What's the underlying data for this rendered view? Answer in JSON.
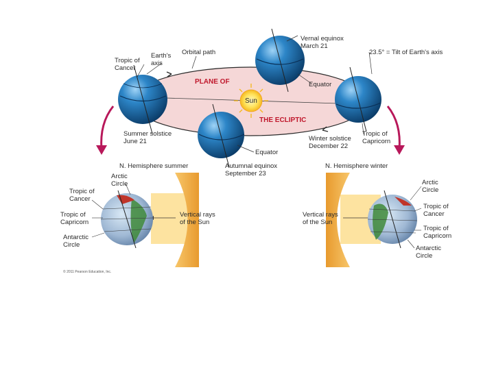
{
  "top": {
    "tropic_of_cancer": "Tropic of\nCancer",
    "earths_axis": "Earth's\naxis",
    "orbital_path": "Orbital path",
    "vernal_equinox": "Vernal equinox\nMarch 21",
    "tilt": "23.5° = Tilt of Earth's axis",
    "plane_of": "PLANE OF",
    "the_ecliptic": "THE ECLIPTIC",
    "sun": "Sun",
    "equator_right": "Equator",
    "equator_bottom": "Equator",
    "summer_solstice": "Summer solstice\nJune 21",
    "winter_solstice": "Winter solstice\nDecember 22",
    "tropic_of_capricorn": "Tropic of\nCapricorn",
    "autumnal_equinox": "Autumnal equinox\nSeptember 23"
  },
  "left_panel": {
    "title": "N. Hemisphere summer",
    "arctic": "Arctic\nCircle",
    "cancer": "Tropic of\nCancer",
    "capricorn": "Tropic of\nCapricorn",
    "antarctic": "Antarctic\nCircle",
    "rays": "Vertical rays\nof the Sun"
  },
  "right_panel": {
    "title": "N. Hemisphere winter",
    "arctic": "Arctic\nCircle",
    "cancer": "Tropic of\nCancer",
    "capricorn": "Tropic of\nCapricorn",
    "antarctic": "Antarctic\nCircle",
    "rays": "Vertical rays\nof the Sun"
  },
  "copyright": "© 2011 Pearson Education, Inc.",
  "colors": {
    "ellipse_fill": "#f5d7d7",
    "globe_blue": "#1f6fb0",
    "sun_yellow": "#ffe25a",
    "rays_yellow": "#fde3a0",
    "sun_half": "#f2b24c",
    "curve_arrow": "#b8185a"
  }
}
